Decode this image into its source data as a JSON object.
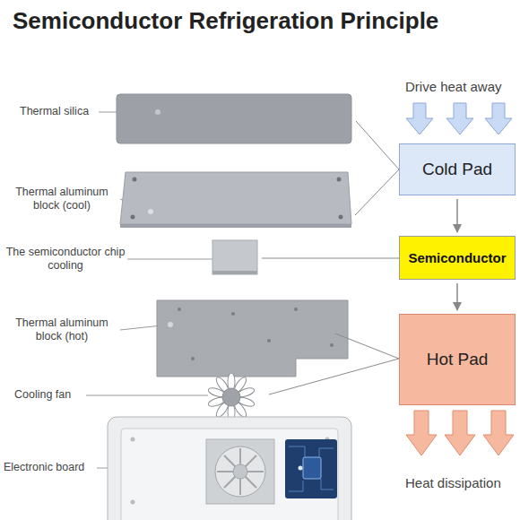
{
  "diagram": {
    "title": "Semiconductor Refrigeration Principle",
    "nodes": [
      {
        "text": [
          "Cold Pad"
        ]
      },
      {
        "text": [
          "Semiconductor"
        ]
      },
      {
        "text": [
          "Hot Pad"
        ]
      }
    ],
    "edges": [
      {
        "from": 0,
        "to": 1,
        "arrow": "to"
      },
      {
        "from": 1,
        "to": 2,
        "arrow": "to"
      }
    ],
    "labels": [
      "Thermal silica",
      "Thermal aluminum block (cool)",
      "The semiconductor chip cooling",
      "Thermal aluminum block (hot)",
      "Cooling fan",
      "Electronic board",
      "Drive heat away",
      "Heat dissipation"
    ]
  }
}
